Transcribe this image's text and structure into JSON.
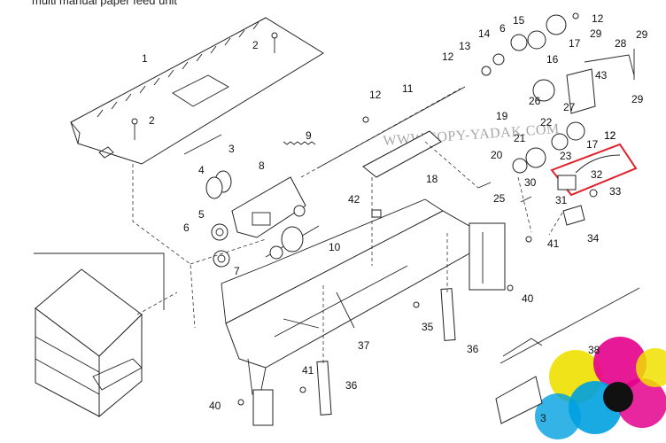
{
  "diagram": {
    "title": "multi manual paper feed unit",
    "watermark": "WWW.COPY-YADAK.COM",
    "callouts": [
      "1",
      "2",
      "2",
      "3",
      "4",
      "5",
      "6",
      "7",
      "8",
      "9",
      "10",
      "11",
      "12",
      "12",
      "12",
      "12",
      "13",
      "14",
      "6",
      "15",
      "16",
      "17",
      "17",
      "12",
      "18",
      "19",
      "20",
      "21",
      "22",
      "23",
      "25",
      "26",
      "27",
      "28",
      "29",
      "29",
      "29",
      "30",
      "31",
      "32",
      "33",
      "34",
      "35",
      "36",
      "36",
      "37",
      "38",
      "40",
      "40",
      "41",
      "41",
      "42",
      "43",
      "3"
    ],
    "highlight_color": "#e0202a"
  }
}
